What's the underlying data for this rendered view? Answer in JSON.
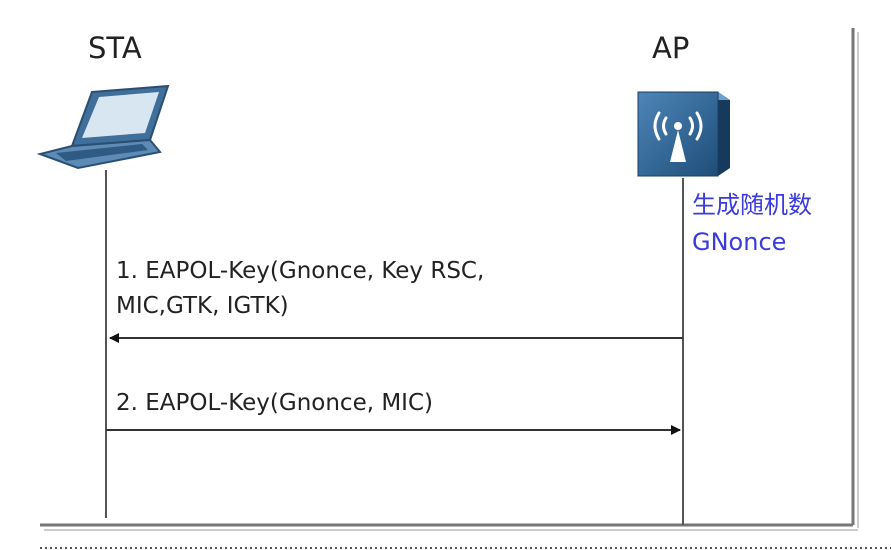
{
  "entities": {
    "sta": {
      "label": "STA",
      "icon": "laptop-icon"
    },
    "ap": {
      "label": "AP",
      "icon": "wireless-access-point-icon"
    }
  },
  "ap_note": {
    "line1": "生成随机数",
    "line2": "GNonce",
    "color": "#3a3ae0"
  },
  "messages": [
    {
      "direction": "AP→STA",
      "line1": "1. EAPOL-Key(Gnonce, Key RSC,",
      "line2": "MIC,GTK, IGTK)"
    },
    {
      "direction": "STA→AP",
      "line1": "2. EAPOL-Key(Gnonce, MIC)"
    }
  ],
  "colors": {
    "line": "#555555",
    "text": "#222222",
    "ap_device": "#2c5f8d",
    "laptop": "#3f6f9a"
  }
}
